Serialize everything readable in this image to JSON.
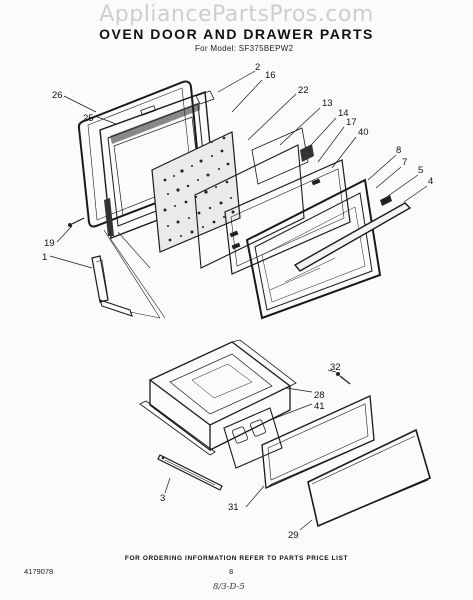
{
  "watermark": "AppliancePartsPros.com",
  "title": "OVEN DOOR AND  DRAWER PARTS",
  "subtitle": "For Model: SF375BEPW2",
  "callouts": {
    "c1": "1",
    "c2": "2",
    "c3": "3",
    "c4": "4",
    "c5": "5",
    "c7": "7",
    "c8": "8",
    "c13": "13",
    "c14": "14",
    "c16": "16",
    "c17": "17",
    "c19": "19",
    "c22": "22",
    "c25": "25",
    "c26": "26",
    "c28": "28",
    "c29": "29",
    "c31": "31",
    "c32": "32",
    "c40": "40",
    "c41": "41"
  },
  "footer_note": "FOR ORDERING INFORMATION REFER TO PARTS PRICE LIST",
  "doc_number": "4179078",
  "page_number": "8",
  "handwritten_note": "8/3-D-5"
}
